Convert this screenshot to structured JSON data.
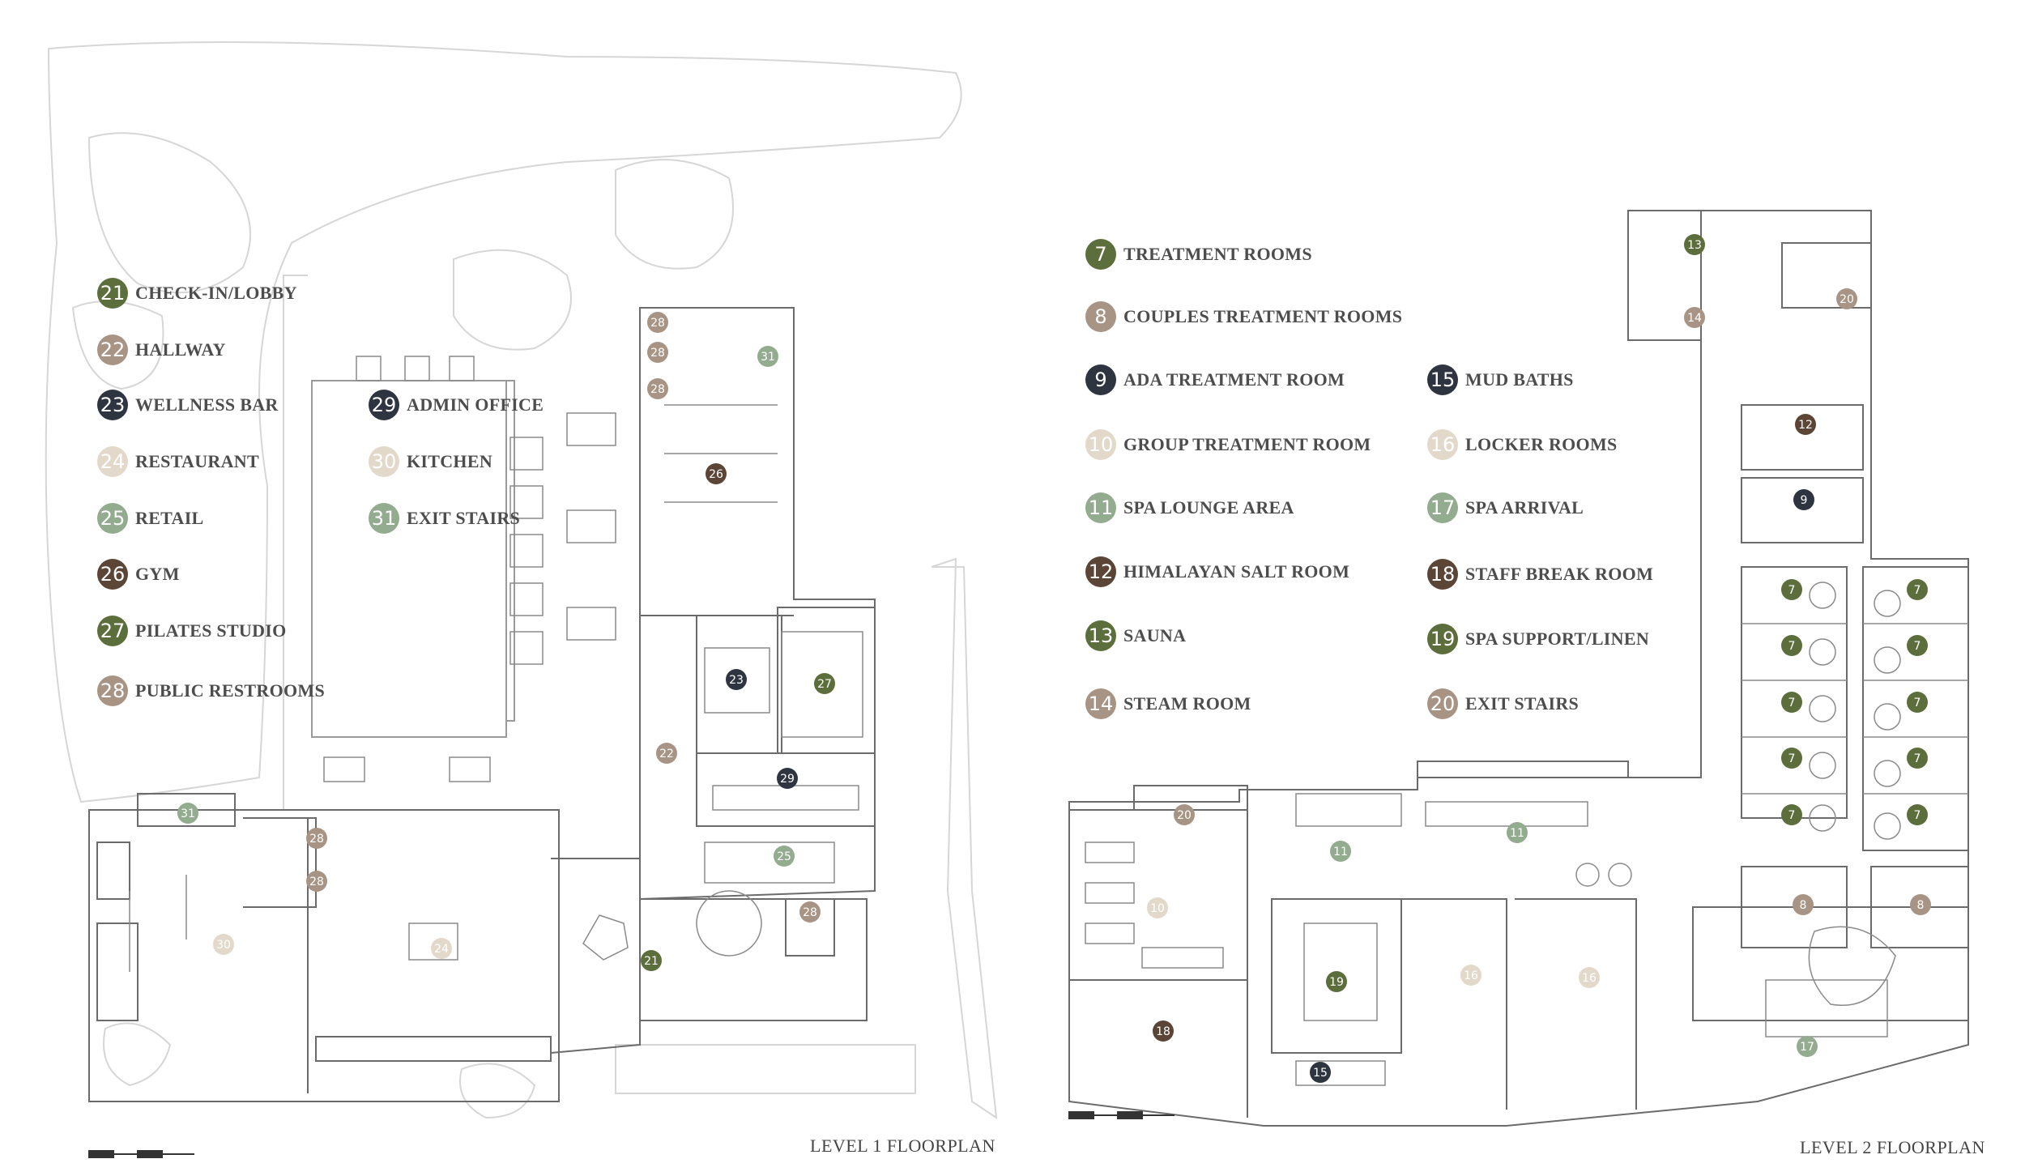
{
  "colors": {
    "olive": "#5b6e3b",
    "taupe": "#a89484",
    "charcoal": "#2e3540",
    "cream": "#e3d9ca",
    "sage": "#93ab8e",
    "brown": "#5b4536",
    "line": "#6b6b6b",
    "faint": "#d9d9d9"
  },
  "level1": {
    "title": "LEVEL 1 FLOORPLAN",
    "legend": [
      {
        "num": "21",
        "label": "CHECK-IN/LOBBY",
        "color": "olive"
      },
      {
        "num": "22",
        "label": "HALLWAY",
        "color": "taupe"
      },
      {
        "num": "23",
        "label": "WELLNESS BAR",
        "color": "charcoal"
      },
      {
        "num": "24",
        "label": "RESTAURANT",
        "color": "cream"
      },
      {
        "num": "25",
        "label": "RETAIL",
        "color": "sage"
      },
      {
        "num": "26",
        "label": "GYM",
        "color": "brown"
      },
      {
        "num": "27",
        "label": "PILATES STUDIO",
        "color": "olive"
      },
      {
        "num": "28",
        "label": "PUBLIC RESTROOMS",
        "color": "taupe"
      },
      {
        "num": "29",
        "label": "ADMIN OFFICE",
        "color": "charcoal"
      },
      {
        "num": "30",
        "label": "KITCHEN",
        "color": "cream"
      },
      {
        "num": "31",
        "label": "EXIT STAIRS",
        "color": "sage"
      }
    ],
    "markers": [
      {
        "num": "28",
        "color": "taupe"
      },
      {
        "num": "28",
        "color": "taupe"
      },
      {
        "num": "28",
        "color": "taupe"
      },
      {
        "num": "31",
        "color": "sage"
      },
      {
        "num": "26",
        "color": "brown"
      },
      {
        "num": "23",
        "color": "charcoal"
      },
      {
        "num": "27",
        "color": "olive"
      },
      {
        "num": "22",
        "color": "taupe"
      },
      {
        "num": "29",
        "color": "charcoal"
      },
      {
        "num": "25",
        "color": "sage"
      },
      {
        "num": "28",
        "color": "taupe"
      },
      {
        "num": "21",
        "color": "olive"
      },
      {
        "num": "31",
        "color": "sage"
      },
      {
        "num": "28",
        "color": "taupe"
      },
      {
        "num": "28",
        "color": "taupe"
      },
      {
        "num": "24",
        "color": "cream"
      },
      {
        "num": "30",
        "color": "cream"
      }
    ]
  },
  "level2": {
    "title": "LEVEL 2 FLOORPLAN",
    "legend": [
      {
        "num": "7",
        "label": "TREATMENT ROOMS",
        "color": "olive"
      },
      {
        "num": "8",
        "label": "COUPLES TREATMENT ROOMS",
        "color": "taupe"
      },
      {
        "num": "9",
        "label": "ADA TREATMENT ROOM",
        "color": "charcoal"
      },
      {
        "num": "10",
        "label": "GROUP TREATMENT ROOM",
        "color": "cream"
      },
      {
        "num": "11",
        "label": "SPA LOUNGE AREA",
        "color": "sage"
      },
      {
        "num": "12",
        "label": "HIMALAYAN SALT ROOM",
        "color": "brown"
      },
      {
        "num": "13",
        "label": "SAUNA",
        "color": "olive"
      },
      {
        "num": "14",
        "label": "STEAM ROOM",
        "color": "taupe"
      },
      {
        "num": "15",
        "label": "MUD BATHS",
        "color": "charcoal"
      },
      {
        "num": "16",
        "label": "LOCKER ROOMS",
        "color": "cream"
      },
      {
        "num": "17",
        "label": "SPA ARRIVAL",
        "color": "sage"
      },
      {
        "num": "18",
        "label": "STAFF BREAK ROOM",
        "color": "brown"
      },
      {
        "num": "19",
        "label": "SPA SUPPORT/LINEN",
        "color": "olive"
      },
      {
        "num": "20",
        "label": "EXIT STAIRS",
        "color": "taupe"
      }
    ],
    "markers": [
      {
        "num": "13",
        "color": "olive"
      },
      {
        "num": "14",
        "color": "taupe"
      },
      {
        "num": "20",
        "color": "taupe"
      },
      {
        "num": "12",
        "color": "brown"
      },
      {
        "num": "9",
        "color": "charcoal"
      },
      {
        "num": "7",
        "color": "olive"
      },
      {
        "num": "7",
        "color": "olive"
      },
      {
        "num": "7",
        "color": "olive"
      },
      {
        "num": "7",
        "color": "olive"
      },
      {
        "num": "7",
        "color": "olive"
      },
      {
        "num": "7",
        "color": "olive"
      },
      {
        "num": "7",
        "color": "olive"
      },
      {
        "num": "7",
        "color": "olive"
      },
      {
        "num": "7",
        "color": "olive"
      },
      {
        "num": "7",
        "color": "olive"
      },
      {
        "num": "8",
        "color": "taupe"
      },
      {
        "num": "8",
        "color": "taupe"
      },
      {
        "num": "20",
        "color": "taupe"
      },
      {
        "num": "11",
        "color": "sage"
      },
      {
        "num": "11",
        "color": "sage"
      },
      {
        "num": "10",
        "color": "cream"
      },
      {
        "num": "19",
        "color": "olive"
      },
      {
        "num": "16",
        "color": "cream"
      },
      {
        "num": "16",
        "color": "cream"
      },
      {
        "num": "18",
        "color": "brown"
      },
      {
        "num": "15",
        "color": "charcoal"
      },
      {
        "num": "17",
        "color": "sage"
      }
    ]
  }
}
